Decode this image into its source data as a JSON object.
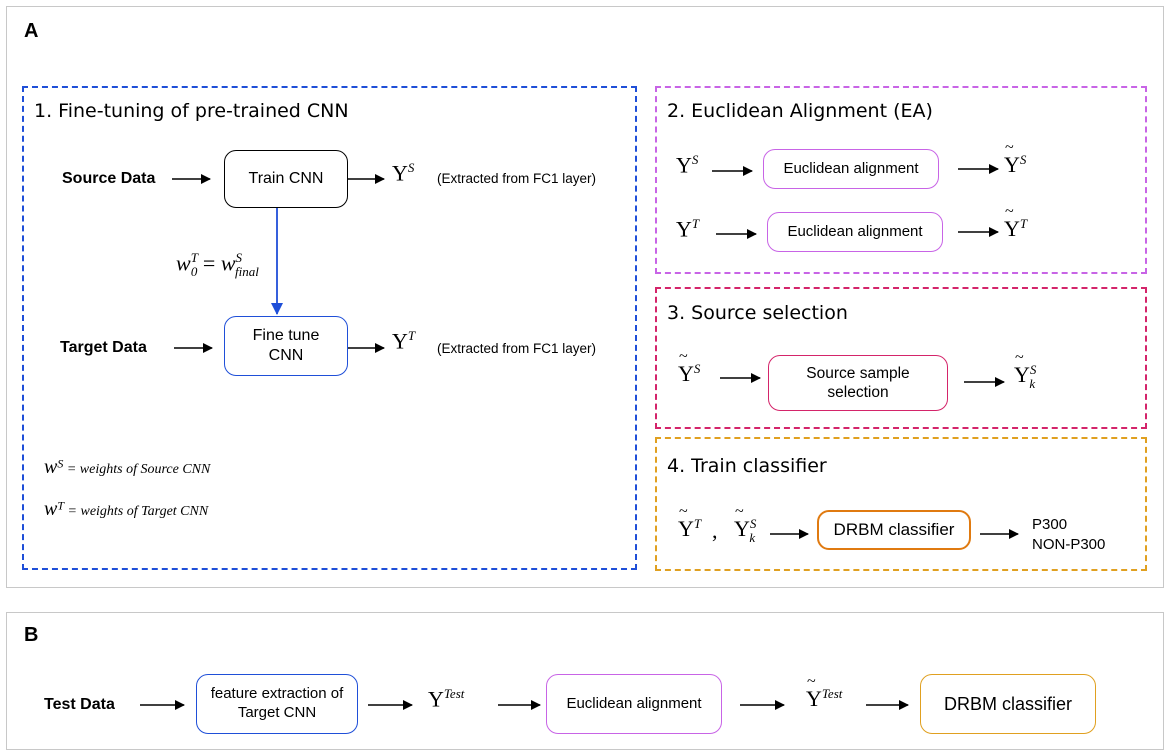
{
  "panel_a": {
    "letter": "A",
    "sec1": {
      "title": "1. Fine-tuning of pre-trained CNN",
      "source_label": "Source Data",
      "train_box": "Train CNN",
      "ys": "Y",
      "ys_sup": "S",
      "extracted1": "(Extracted from FC1 layer)",
      "weight_eq_w0": "w",
      "weight_eq_w0_sup": "T",
      "weight_eq_w0_sub": "0",
      "weight_eq_eq": "=",
      "weight_eq_wf": "w",
      "weight_eq_wf_sup": "S",
      "weight_eq_wf_sub": "final",
      "target_label": "Target Data",
      "fine_box": "Fine tune CNN",
      "yt": "Y",
      "yt_sup": "T",
      "extracted2": "(Extracted from FC1 layer)",
      "legend1_w": "w",
      "legend1_sup": "S",
      "legend1_text": " = weights of Source CNN",
      "legend2_w": "w",
      "legend2_sup": "T",
      "legend2_text": " = weights of Target CNN"
    },
    "sec2": {
      "title": "2. Euclidean Alignment (EA)",
      "box1": "Euclidean alignment",
      "box2": "Euclidean alignment",
      "in1": "Y",
      "in1_sup": "S",
      "out1": "Y",
      "out1_sup": "S",
      "in2": "Y",
      "in2_sup": "T",
      "out2": "Y",
      "out2_sup": "T"
    },
    "sec3": {
      "title": "3. Source selection",
      "box": "Source sample selection",
      "in": "Y",
      "in_sup": "S",
      "out": "Y",
      "out_sup": "S",
      "out_sub": "k"
    },
    "sec4": {
      "title": "4. Train classifier",
      "in1": "Y",
      "in1_sup": "T",
      "comma": ",",
      "in2": "Y",
      "in2_sup": "S",
      "in2_sub": "k",
      "box": "DRBM classifier",
      "out1": "P300",
      "out2": "NON-P300"
    }
  },
  "panel_b": {
    "letter": "B",
    "test_label": "Test Data",
    "box1": "feature extraction of Target CNN",
    "y": "Y",
    "y_sup": "Test",
    "box2": "Euclidean alignment",
    "yt": "Y",
    "yt_sup": "Test",
    "box3": "DRBM classifier"
  },
  "colors": {
    "blue": "#1f4fd8",
    "purple": "#c864e6",
    "crimson": "#d4246a",
    "gold": "#e0a020",
    "panel_border": "#c8c8c8"
  }
}
